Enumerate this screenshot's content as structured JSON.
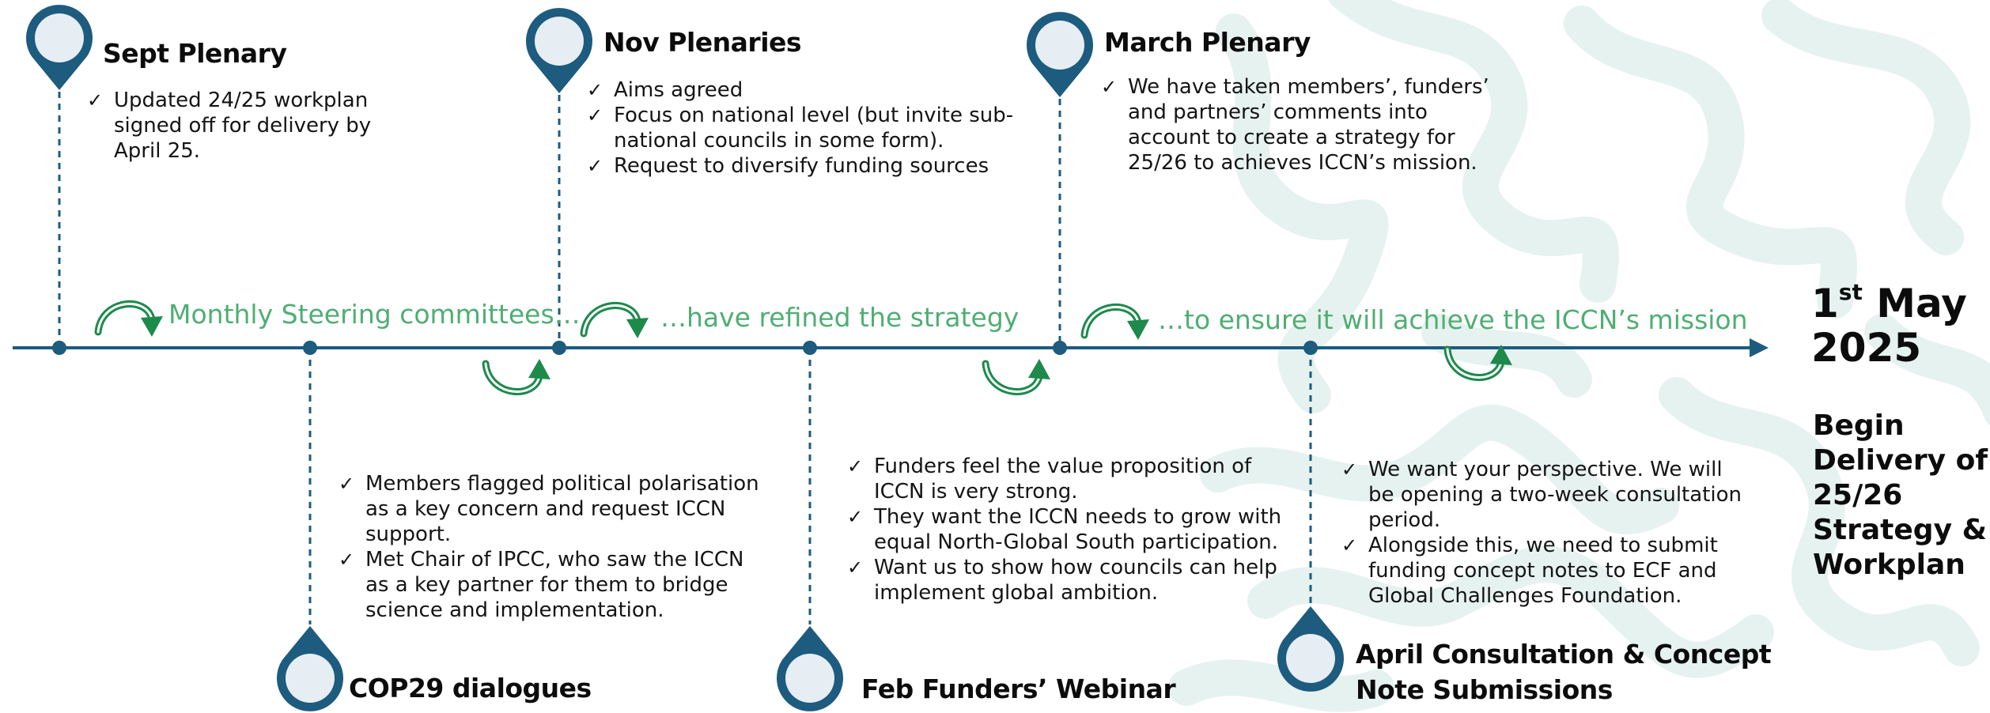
{
  "colors": {
    "navy": "#1d5b7f",
    "pin_fill": "#e6eef3",
    "green": "#1d8a4c",
    "phase_text": "#4fae73",
    "pattern": "#e4f1ee"
  },
  "milestones": [
    {
      "id": "sept",
      "title": "Sept Plenary",
      "bullets": [
        "Updated 24/25 workplan signed off for delivery by April 25."
      ]
    },
    {
      "id": "nov",
      "title": "Nov Plenaries",
      "bullets": [
        "Aims agreed",
        "Focus on national level (but invite sub-national councils in some form).",
        "Request to diversify funding sources"
      ]
    },
    {
      "id": "march",
      "title": "March Plenary",
      "bullets": [
        "We have taken members’, funders’ and partners’ comments into account to create a strategy for 25/26 to achieves ICCN’s mission."
      ]
    },
    {
      "id": "cop29",
      "title": "COP29 dialogues",
      "bullets": [
        "Members flagged political polarisation as a key concern and request ICCN support.",
        "Met Chair of IPCC, who saw the ICCN as a key partner for them to bridge science and implementation."
      ]
    },
    {
      "id": "feb",
      "title": "Feb Funders’ Webinar",
      "bullets": [
        "Funders feel the value proposition of ICCN is very strong.",
        "They want the ICCN needs to grow with equal North-Global South participation.",
        "Want us to show how councils can help implement global ambition."
      ]
    },
    {
      "id": "april",
      "title": "April Consultation & Concept Note Submissions",
      "bullets": [
        "We want your perspective. We will be opening a two-week consultation period.",
        "Alongside this, we need to submit funding concept notes to ECF and Global Challenges Foundation."
      ]
    }
  ],
  "phases": [
    "Monthly Steering committees…",
    "…have refined the strategy",
    "…to ensure it will achieve the ICCN’s mission"
  ],
  "end": {
    "date_day": "1",
    "date_suffix": "st",
    "date_month": "May",
    "date_year": "2025",
    "subtitle": "Begin Delivery of 25/26 Strategy & Workplan"
  }
}
